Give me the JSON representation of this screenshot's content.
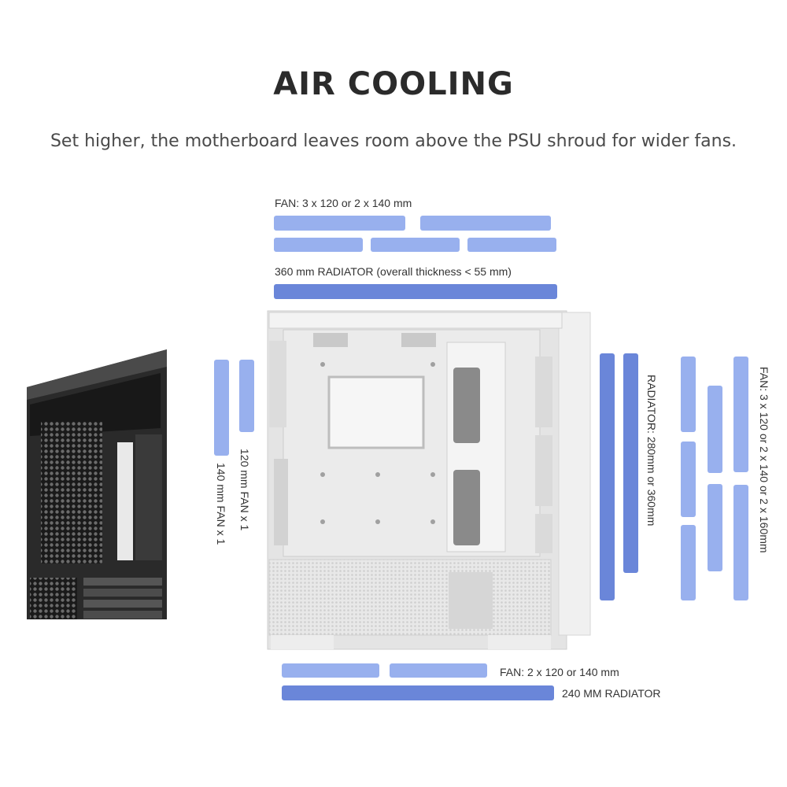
{
  "header": {
    "title": "AIR COOLING",
    "subtitle": "Set higher, the motherboard leaves room above the PSU shroud for wider fans."
  },
  "labels": {
    "top_fan": "FAN: 3 x 120  or 2 x 140 mm",
    "top_radiator": "360 mm RADIATOR (overall thickness < 55 mm)",
    "rear_fan_120": "120 mm FAN x 1",
    "rear_fan_140": "140 mm FAN x 1",
    "side_radiator": "RADIATOR: 280mm or 360mm",
    "side_fan": "FAN: 3 x 120  or 2 x 140 or 2 x 160mm",
    "bottom_fan": "FAN: 2 x 120 or 140 mm",
    "bottom_radiator": "240 MM RADIATOR"
  },
  "colors": {
    "fan_bar": "#98b0ee",
    "radiator_bar": "#6a86d9"
  }
}
